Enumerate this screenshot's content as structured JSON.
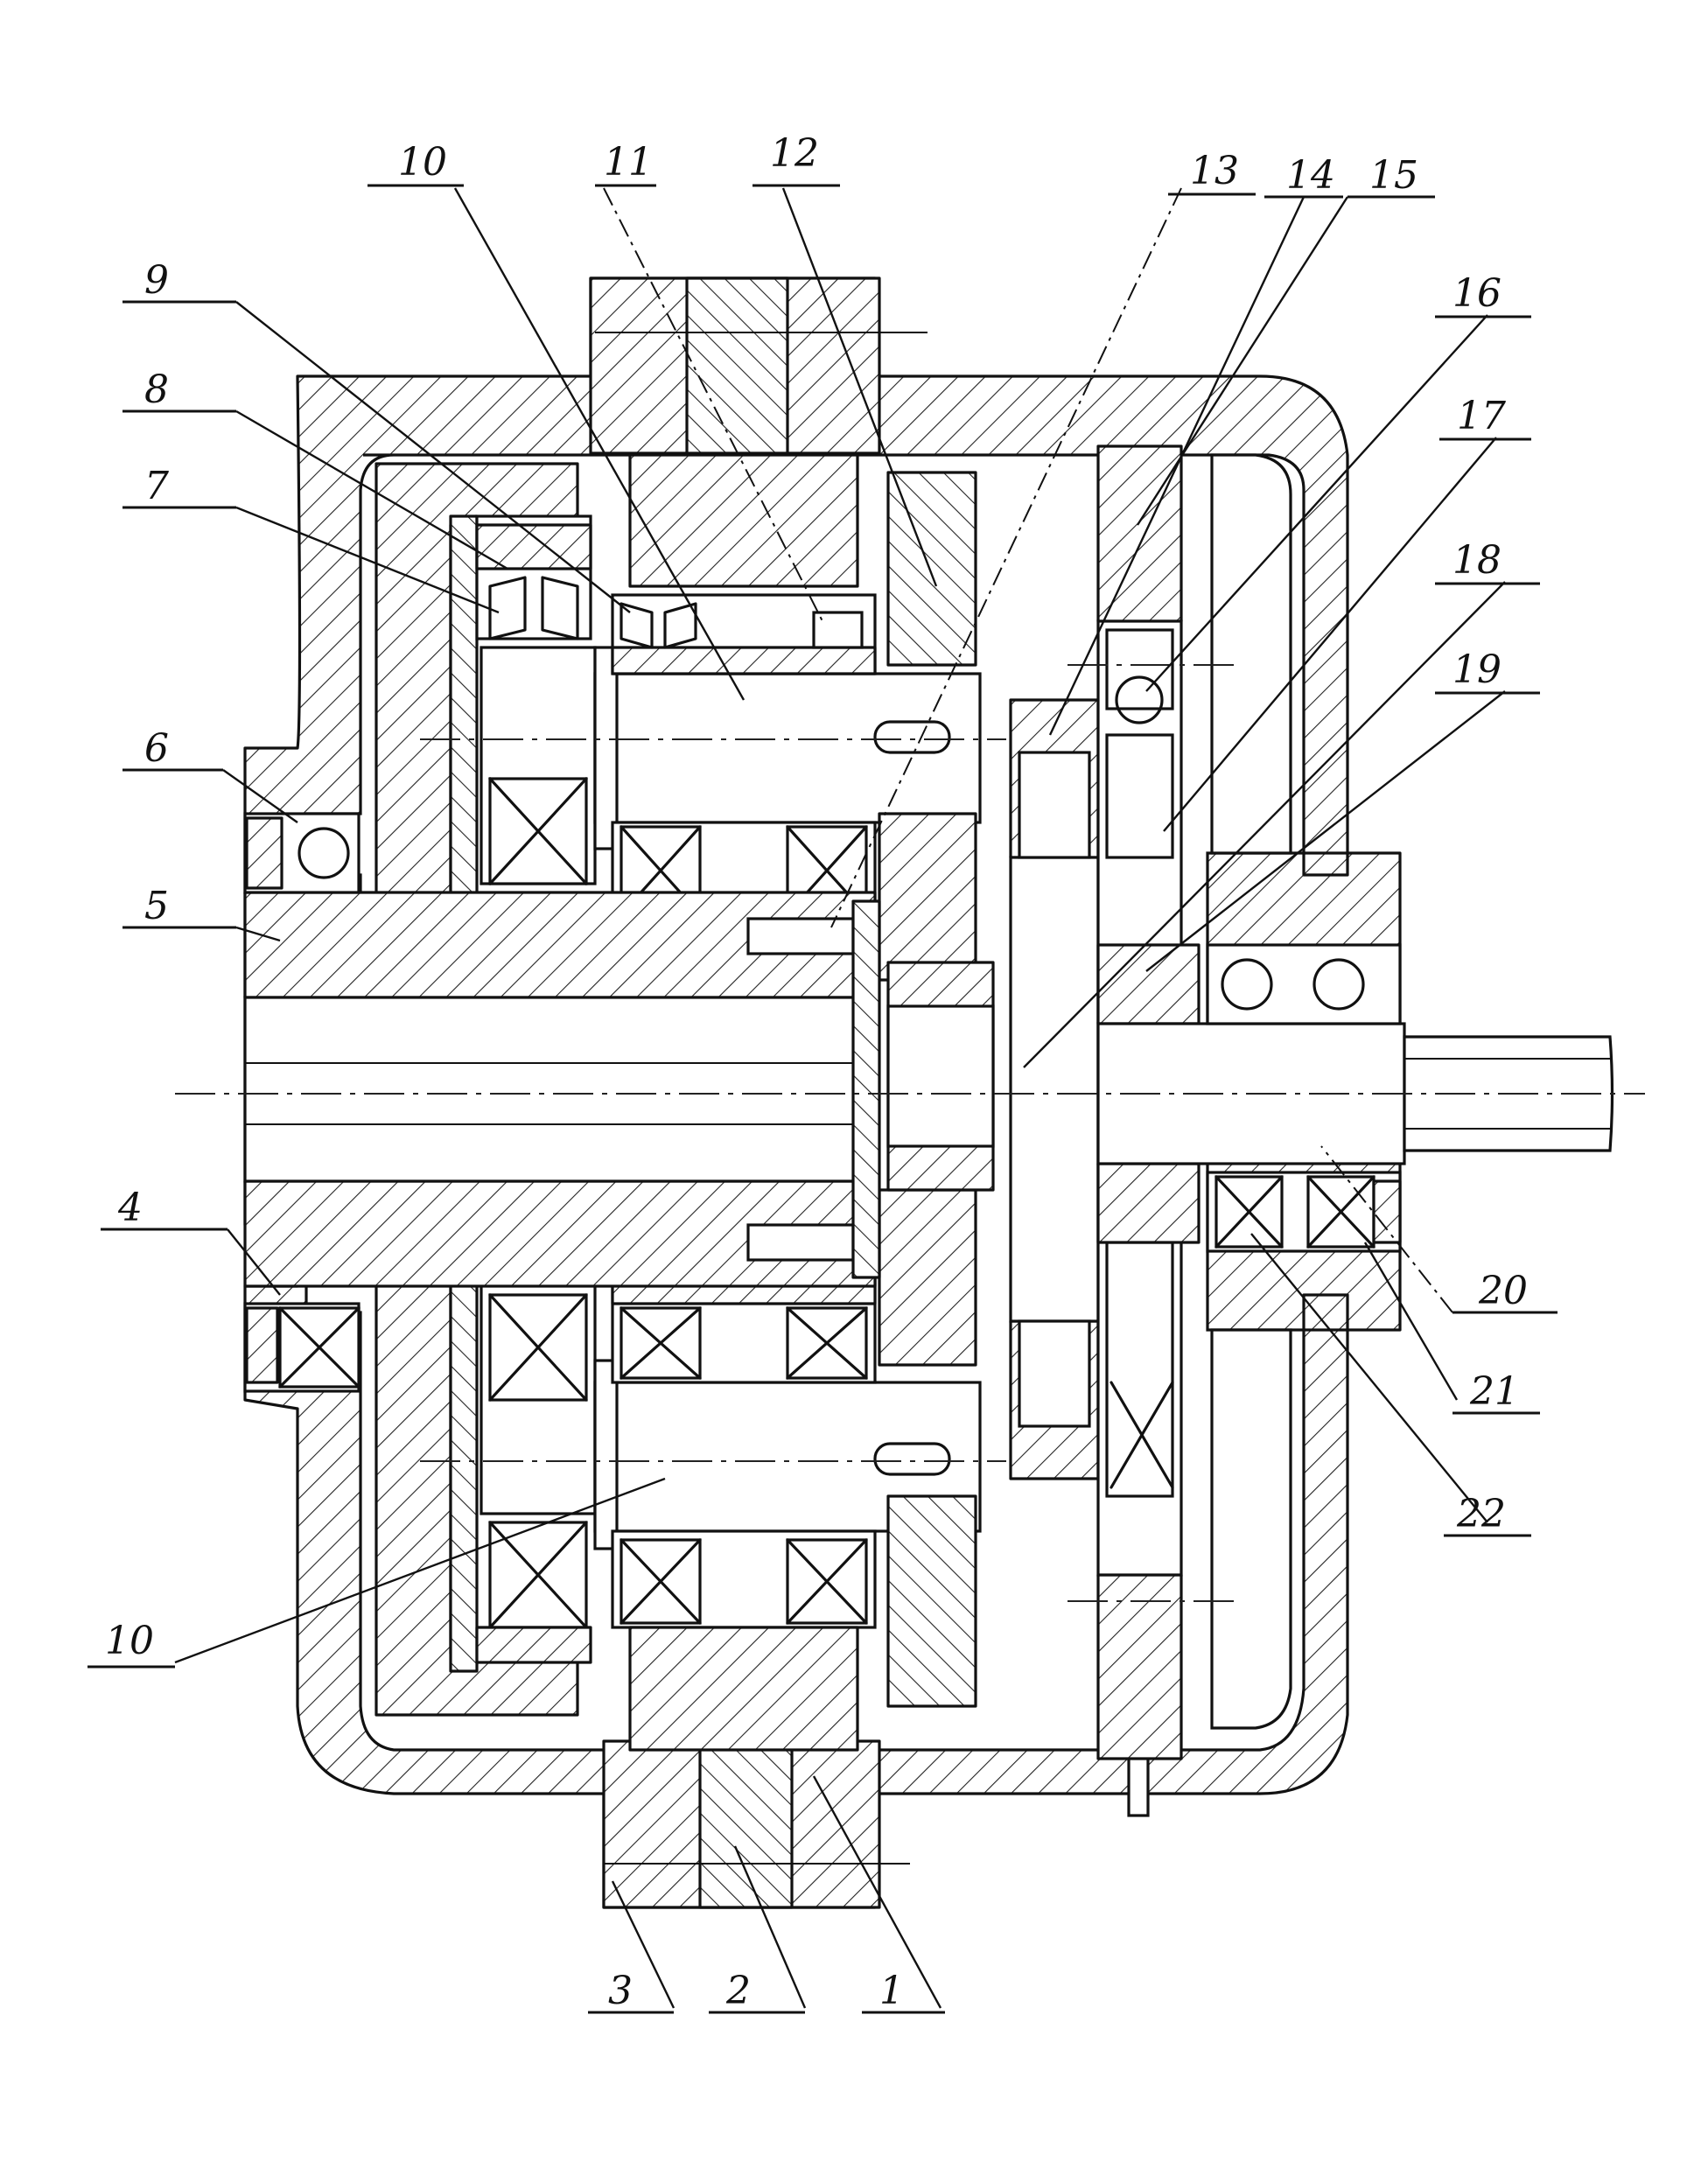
{
  "figure": {
    "callouts": [
      {
        "id": "c1",
        "text": "1"
      },
      {
        "id": "c2",
        "text": "2"
      },
      {
        "id": "c3",
        "text": "3"
      },
      {
        "id": "c4",
        "text": "4"
      },
      {
        "id": "c5",
        "text": "5"
      },
      {
        "id": "c6",
        "text": "6"
      },
      {
        "id": "c7",
        "text": "7"
      },
      {
        "id": "c8",
        "text": "8"
      },
      {
        "id": "c9",
        "text": "9"
      },
      {
        "id": "c10a",
        "text": "10"
      },
      {
        "id": "c10b",
        "text": "10"
      },
      {
        "id": "c11",
        "text": "11"
      },
      {
        "id": "c12",
        "text": "12"
      },
      {
        "id": "c13",
        "text": "13"
      },
      {
        "id": "c14",
        "text": "14"
      },
      {
        "id": "c15",
        "text": "15"
      },
      {
        "id": "c16",
        "text": "16"
      },
      {
        "id": "c17",
        "text": "17"
      },
      {
        "id": "c18",
        "text": "18"
      },
      {
        "id": "c19",
        "text": "19"
      },
      {
        "id": "c20",
        "text": "20"
      },
      {
        "id": "c21",
        "text": "21"
      },
      {
        "id": "c22",
        "text": "22"
      }
    ]
  }
}
